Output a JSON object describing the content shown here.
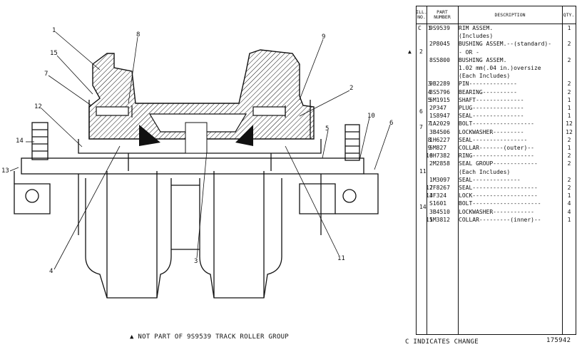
{
  "table": {
    "headers": {
      "ill_no": "ILL.\nNO.",
      "part_number": "PART\nNUMBER",
      "description": "DESCRIPTION",
      "qty": "QTY."
    },
    "rows": [
      {
        "ind": "C",
        "no": "1",
        "pn": "9S9539",
        "desc": "RIM ASSEM.",
        "qty": "1"
      },
      {
        "ind": "",
        "no": "",
        "pn": "",
        "desc": "(Includes)",
        "qty": ""
      },
      {
        "ind": "",
        "no": "",
        "pn": "2P8045",
        "desc": "BUSHING ASSEM.--(standard)-",
        "qty": "2"
      },
      {
        "ind": "",
        "no": "",
        "pn": "",
        "desc": "- OR -",
        "qty": ""
      },
      {
        "ind": "",
        "no": "",
        "pn": "8S5800",
        "desc": "BUSHING ASSEM.",
        "qty": "2"
      },
      {
        "ind": "",
        "no": "",
        "pn": "",
        "desc": "1.02 mm(.04 in.)oversize",
        "qty": ""
      },
      {
        "ind": "",
        "no": "",
        "pn": "",
        "desc": "(Each Includes)",
        "qty": ""
      },
      {
        "ind": "",
        "no": "3",
        "pn": "9B2289",
        "desc": "PIN--------------",
        "qty": "2"
      },
      {
        "ind": "",
        "no": "4",
        "pn": "8S5796",
        "desc": "BEARING----------",
        "qty": "2"
      },
      {
        "ind": "",
        "no": "5",
        "pn": "5M1915",
        "desc": "SHAFT--------------",
        "qty": "1"
      },
      {
        "ind": "",
        "no": "",
        "pn": "2P347",
        "desc": "PLUG---------------",
        "qty": "1"
      },
      {
        "ind": "",
        "no": "",
        "pn": "1S8947",
        "desc": "SEAL---------------",
        "qty": "1"
      },
      {
        "ind": "",
        "no": "7",
        "pn": "1A2029",
        "desc": "BOLT------------------",
        "qty": "12"
      },
      {
        "ind": "",
        "no": "",
        "pn": "3B4506",
        "desc": "LOCKWASHER---------",
        "qty": "12"
      },
      {
        "ind": "",
        "no": "8",
        "pn": "1H6227",
        "desc": "SEAL----------------",
        "qty": "2"
      },
      {
        "ind": "",
        "no": "9",
        "pn": "5M827",
        "desc": "COLLAR-------(outer)--",
        "qty": "1"
      },
      {
        "ind": "",
        "no": "10",
        "pn": "6H7382",
        "desc": "RING------------------",
        "qty": "2"
      },
      {
        "ind": "",
        "no": "",
        "pn": "2M2858",
        "desc": "SEAL GROUP-------------",
        "qty": "2"
      },
      {
        "ind": "",
        "no": "",
        "pn": "",
        "desc": "(Each Includes)",
        "qty": ""
      },
      {
        "ind": "",
        "no": "",
        "pn": "1M3097",
        "desc": "SEAL--------------",
        "qty": "2"
      },
      {
        "ind": "",
        "no": "12",
        "pn": "7F8267",
        "desc": "SEAL-------------------",
        "qty": "2"
      },
      {
        "ind": "",
        "no": "13",
        "pn": "4F324",
        "desc": "LOCK-------------------",
        "qty": "1"
      },
      {
        "ind": "",
        "no": "",
        "pn": "S1601",
        "desc": "BOLT--------------------",
        "qty": "4"
      },
      {
        "ind": "",
        "no": "",
        "pn": "3B4510",
        "desc": "LOCKWASHER------------",
        "qty": "4"
      },
      {
        "ind": "",
        "no": "15",
        "pn": "1M3812",
        "desc": "COLLAR---------(inner)--",
        "qty": "1"
      }
    ],
    "group_labels": [
      {
        "ind": "▲",
        "no": "2"
      },
      {
        "ind": "",
        "no": "6"
      },
      {
        "ind": "",
        "no": "7"
      },
      {
        "ind": "",
        "no": "11"
      },
      {
        "ind": "",
        "no": "14"
      }
    ]
  },
  "callouts": [
    "1",
    "8",
    "15",
    "7",
    "12",
    "14",
    "13",
    "9",
    "2",
    "10",
    "5",
    "6",
    "4",
    "3",
    "11"
  ],
  "footer": {
    "left_note": "▲ NOT PART OF 9S9539 TRACK ROLLER GROUP",
    "right_note": "C  INDICATES CHANGE",
    "page_number": "175942"
  }
}
